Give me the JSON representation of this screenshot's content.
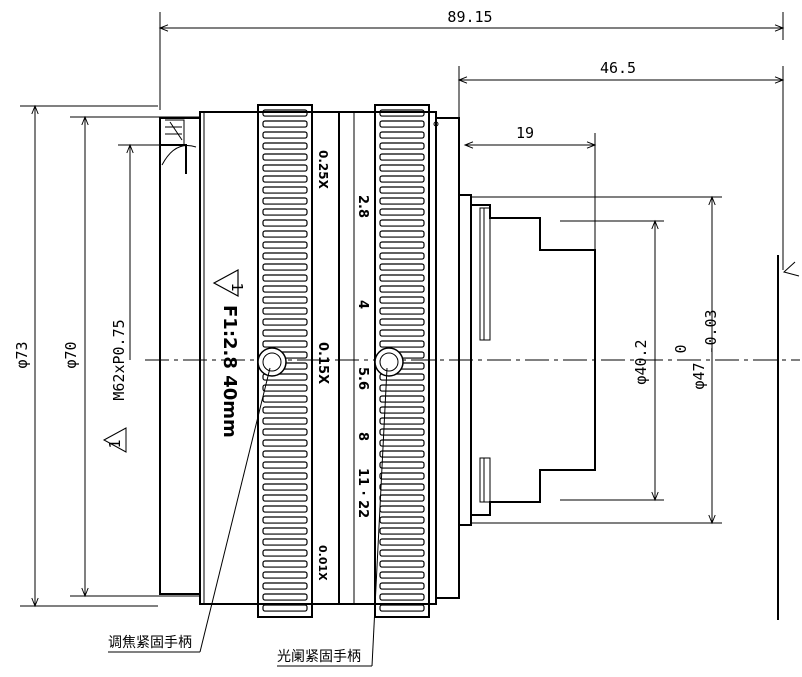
{
  "dimensions": {
    "total_length": "89.15",
    "flange_length": "46.5",
    "mount_depth": "19",
    "outer_diameter": "φ73",
    "body_diameter": "φ70",
    "filter_thread": "M62xP0.75",
    "mount_inner_diameter": "φ40.2",
    "mount_outer_diameter": "φ47",
    "mount_tolerance_upper": "0",
    "mount_tolerance_lower": "-0.03"
  },
  "lens": {
    "spec_label": "F1:2.8 40mm",
    "warning_symbol": "1",
    "focus_scale": [
      "0.25X",
      "0.15X",
      "0.01X"
    ],
    "aperture_scale": [
      "2.8",
      "4",
      "5.6",
      "8",
      "11 · 22"
    ]
  },
  "annotations": {
    "focus_lock_handle": "调焦紧固手柄",
    "iris_lock_handle": "光阑紧固手柄"
  }
}
